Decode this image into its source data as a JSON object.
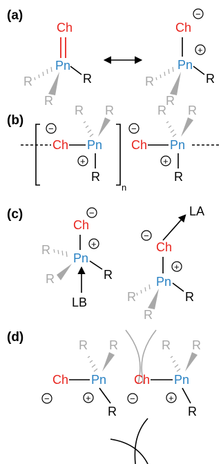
{
  "panel_labels": [
    "(a)",
    "(b)",
    "(c)",
    "(d)"
  ],
  "atoms": {
    "ch": "Ch",
    "pn": "Pn",
    "r": "R",
    "lb": "LB",
    "la": "LA",
    "subscript_n": "n"
  },
  "charges": {
    "minus": "−",
    "plus": "+"
  },
  "colors": {
    "ch": "#e8251f",
    "pn": "#2a82c4",
    "substituent_back": "#a8a8a8",
    "bond": "#000000"
  }
}
